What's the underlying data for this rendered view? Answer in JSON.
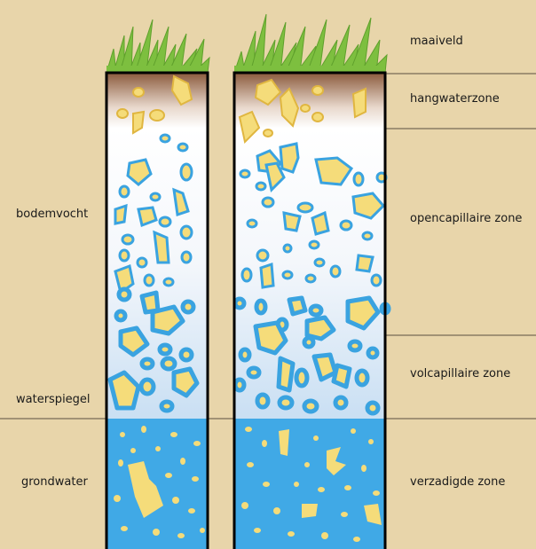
{
  "right_labels": {
    "maaiveld": "maaiveld",
    "hangwaterzone": "hangwaterzone",
    "opencapillaire": "opencapillaire zone",
    "volcapillaire": "volcapillaire zone",
    "verzadigde": "verzadigde zone"
  },
  "left_labels": {
    "bodemvocht": "bodemvocht",
    "waterspiegel": "waterspiegel",
    "grondwater": "grondwater"
  },
  "colors": {
    "background": "#e8d5aa",
    "grass": "#7dbf3f",
    "grain_fill": "#f5dc7a",
    "grain_stroke": "#e0b640",
    "water": "#40a9e6",
    "water_ring": "#3aa3e0",
    "topsoil": "#8b5a3c",
    "outline": "#000000"
  }
}
